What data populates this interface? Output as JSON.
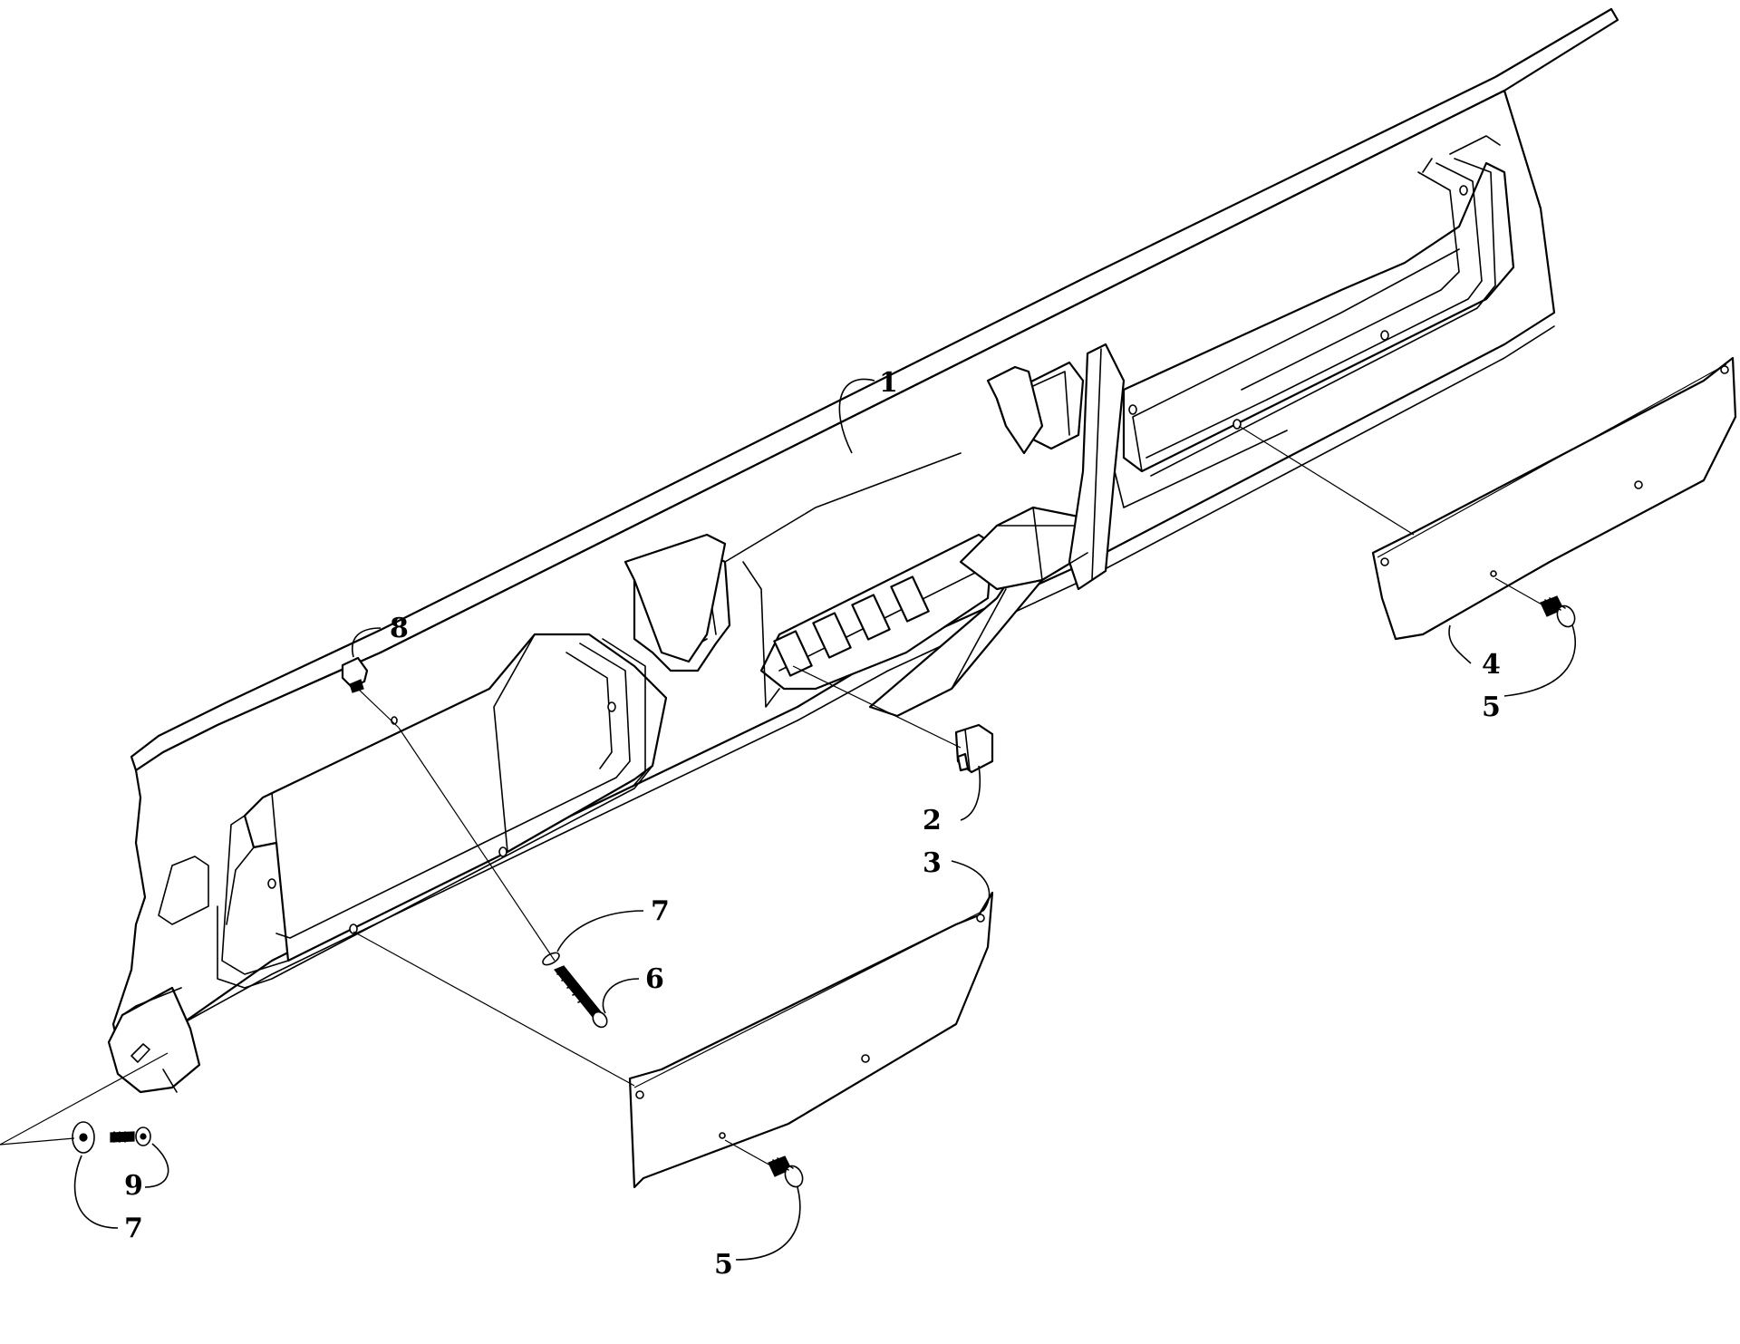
{
  "callouts": [
    {
      "id": "c1",
      "label": "1"
    },
    {
      "id": "c2",
      "label": "2"
    },
    {
      "id": "c3",
      "label": "3"
    },
    {
      "id": "c4",
      "label": "4"
    },
    {
      "id": "c5a",
      "label": "5"
    },
    {
      "id": "c5b",
      "label": "5"
    },
    {
      "id": "c6",
      "label": "6"
    },
    {
      "id": "c7a",
      "label": "7"
    },
    {
      "id": "c7b",
      "label": "7"
    },
    {
      "id": "c8",
      "label": "8"
    },
    {
      "id": "c9",
      "label": "9"
    }
  ]
}
